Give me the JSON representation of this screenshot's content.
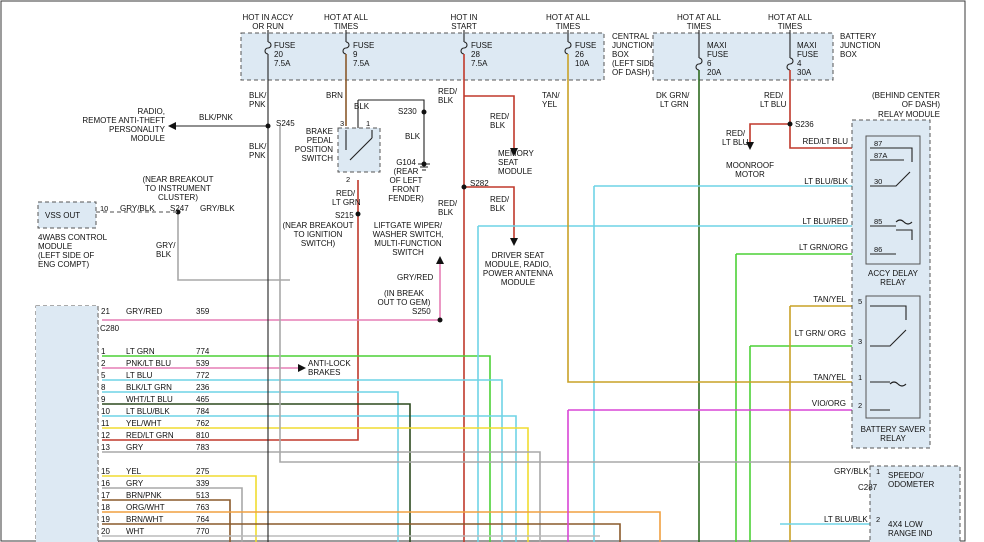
{
  "power_labels": {
    "hot_accy_run": [
      "HOT IN ACCY",
      "OR RUN"
    ],
    "hot_all_times_1": [
      "HOT AT ALL",
      "TIMES"
    ],
    "hot_in_start": [
      "HOT IN",
      "START"
    ],
    "hot_all_times_2": [
      "HOT AT ALL",
      "TIMES"
    ],
    "hot_all_times_3": [
      "HOT AT ALL",
      "TIMES"
    ],
    "hot_all_times_4": [
      "HOT AT ALL",
      "TIMES"
    ]
  },
  "fuses": {
    "f20": [
      "FUSE",
      "20",
      "7.5A"
    ],
    "f9": [
      "FUSE",
      "9",
      "7.5A"
    ],
    "f28": [
      "FUSE",
      "28",
      "7.5A"
    ],
    "f26": [
      "FUSE",
      "26",
      "10A"
    ],
    "m6": [
      "MAXI",
      "FUSE",
      "6",
      "20A"
    ],
    "m4": [
      "MAXI",
      "FUSE",
      "4",
      "30A"
    ]
  },
  "junction_box": [
    "CENTRAL",
    "JUNCTION",
    "BOX",
    "(LEFT SIDE",
    "OF DASH)"
  ],
  "battery_box": [
    "BATTERY",
    "JUNCTION",
    "BOX"
  ],
  "radio": [
    "RADIO,",
    "REMOTE ANTI-THEFT",
    "PERSONALITY",
    "MODULE"
  ],
  "brake_switch": [
    "BRAKE",
    "PEDAL",
    "POSITION",
    "SWITCH"
  ],
  "g104": [
    "G104",
    "(REAR",
    "OF LEFT",
    "FRONT",
    "FENDER)"
  ],
  "memory_seat": [
    "MEMORY",
    "SEAT",
    "MODULE"
  ],
  "driver_seat": [
    "DRIVER SEAT",
    "MODULE, RADIO,",
    "POWER ANTENNA",
    "MODULE"
  ],
  "moonroof": [
    "MOONROOF",
    "MOTOR"
  ],
  "relay_module": [
    "(BEHIND CENTER",
    "OF DASH)",
    "RELAY MODULE"
  ],
  "accy_relay": [
    "ACCY DELAY",
    "RELAY"
  ],
  "battery_saver": [
    "BATTERY SAVER",
    "RELAY"
  ],
  "breakout_cluster": [
    "(NEAR BREAKOUT",
    "TO INSTRUMENT",
    "CLUSTER)"
  ],
  "breakout_ign": [
    "(NEAR BREAKOUT",
    "TO IGNITION",
    "SWITCH)"
  ],
  "liftgate": [
    "LIFTGATE WIPER/",
    "WASHER SWITCH,",
    "MULTI-FUNCTION",
    "SWITCH"
  ],
  "breakout_gem": [
    "(IN BREAK",
    "OUT TO GEM)"
  ],
  "vss_out": "VSS OUT",
  "abs_module": [
    "4WABS CONTROL",
    "MODULE",
    "(LEFT SIDE OF",
    "ENG COMPT)"
  ],
  "anti_lock": [
    "ANTI-LOCK",
    "BRAKES"
  ],
  "speedo": [
    "SPEEDO/",
    "ODOMETER"
  ],
  "low_range": [
    "4X4 LOW",
    "RANGE IND"
  ],
  "splices": {
    "s245": "S245",
    "s230": "S230",
    "s236": "S236",
    "s282": "S282",
    "s247": "S247",
    "s215": "S215",
    "s250": "S250"
  },
  "wire_labels": {
    "blk_pnk_a": [
      "BLK/",
      "PNK"
    ],
    "blk_pnk_b": [
      "BLK/",
      "PNK"
    ],
    "blk_pnk_h": "BLK/PNK",
    "brn": "BRN",
    "blk_a": "BLK",
    "blk_b": "BLK",
    "red_blk_a": [
      "RED/",
      "BLK"
    ],
    "red_blk_b": [
      "RED/",
      "BLK"
    ],
    "red_blk_c": [
      "RED/",
      "BLK"
    ],
    "red_blk_d": [
      "RED/",
      "BLK"
    ],
    "tan_yel": [
      "TAN/",
      "YEL"
    ],
    "dk_grn": [
      "DK GRN/",
      "LT GRN"
    ],
    "red_ltblu_a": [
      "RED/",
      "LT BLU"
    ],
    "red_ltblu_b": [
      "RED/",
      "LT BLU"
    ],
    "red_ltgrn": [
      "RED/",
      "LT GRN"
    ],
    "gry_blk_a": "GRY/BLK",
    "gry_blk_b": "GRY/BLK",
    "gry_blk_v": [
      "GRY/",
      "BLK"
    ],
    "gry_red": "GRY/RED"
  },
  "relay_pins": {
    "accy": [
      {
        "num": "87",
        "wire": "RED/LT BLU"
      },
      {
        "num": "87A",
        "wire": ""
      },
      {
        "num": "30",
        "wire": "LT BLU/BLK"
      },
      {
        "num": "85",
        "wire": "LT BLU/RED"
      },
      {
        "num": "86",
        "wire": "LT GRN/ORG"
      }
    ],
    "saver": [
      {
        "num": "5",
        "wire": "TAN/YEL"
      },
      {
        "num": "3",
        "wire": "LT GRN/ ORG"
      },
      {
        "num": "1",
        "wire": "TAN/YEL"
      },
      {
        "num": "2",
        "wire": "VIO/ORG"
      }
    ]
  },
  "cluster": {
    "connector": "C280",
    "pin10": {
      "num": "10",
      "wire": "GRY/BLK"
    },
    "rows": [
      {
        "num": "21",
        "wire": "GRY/RED",
        "circuit": "359"
      },
      {
        "num": "1",
        "wire": "LT GRN",
        "circuit": "774"
      },
      {
        "num": "2",
        "wire": "PNK/LT BLU",
        "circuit": "539"
      },
      {
        "num": "5",
        "wire": "LT BLU",
        "circuit": "772"
      },
      {
        "num": "8",
        "wire": "BLK/LT GRN",
        "circuit": "236"
      },
      {
        "num": "9",
        "wire": "WHT/LT BLU",
        "circuit": "465"
      },
      {
        "num": "10",
        "wire": "LT BLU/BLK",
        "circuit": "784"
      },
      {
        "num": "11",
        "wire": "YEL/WHT",
        "circuit": "762"
      },
      {
        "num": "12",
        "wire": "RED/LT GRN",
        "circuit": "810"
      },
      {
        "num": "13",
        "wire": "GRY",
        "circuit": "783"
      },
      {
        "num": "15",
        "wire": "YEL",
        "circuit": "275"
      },
      {
        "num": "16",
        "wire": "GRY",
        "circuit": "339"
      },
      {
        "num": "17",
        "wire": "BRN/PNK",
        "circuit": "513"
      },
      {
        "num": "18",
        "wire": "ORG/WHT",
        "circuit": "763"
      },
      {
        "num": "19",
        "wire": "BRN/WHT",
        "circuit": "764"
      },
      {
        "num": "20",
        "wire": "WHT",
        "circuit": "770"
      }
    ]
  },
  "speedo_pins": [
    {
      "num": "1",
      "wire": "GRY/BLK",
      "connector": "C287"
    },
    {
      "num": "2",
      "wire": "LT BLU/BLK",
      "connector": ""
    }
  ],
  "colors": {
    "red": "#c0392b",
    "ltgrn": "#4cd137",
    "pink": "#e67fb5",
    "ltblu": "#6fd3e6",
    "dkgrn": "#2d6a1f",
    "yel": "#f0dc30",
    "gry": "#a8a8a8",
    "brn": "#8a5a2b",
    "org": "#f0a040",
    "tan": "#c9a227",
    "vio": "#d946d6"
  }
}
